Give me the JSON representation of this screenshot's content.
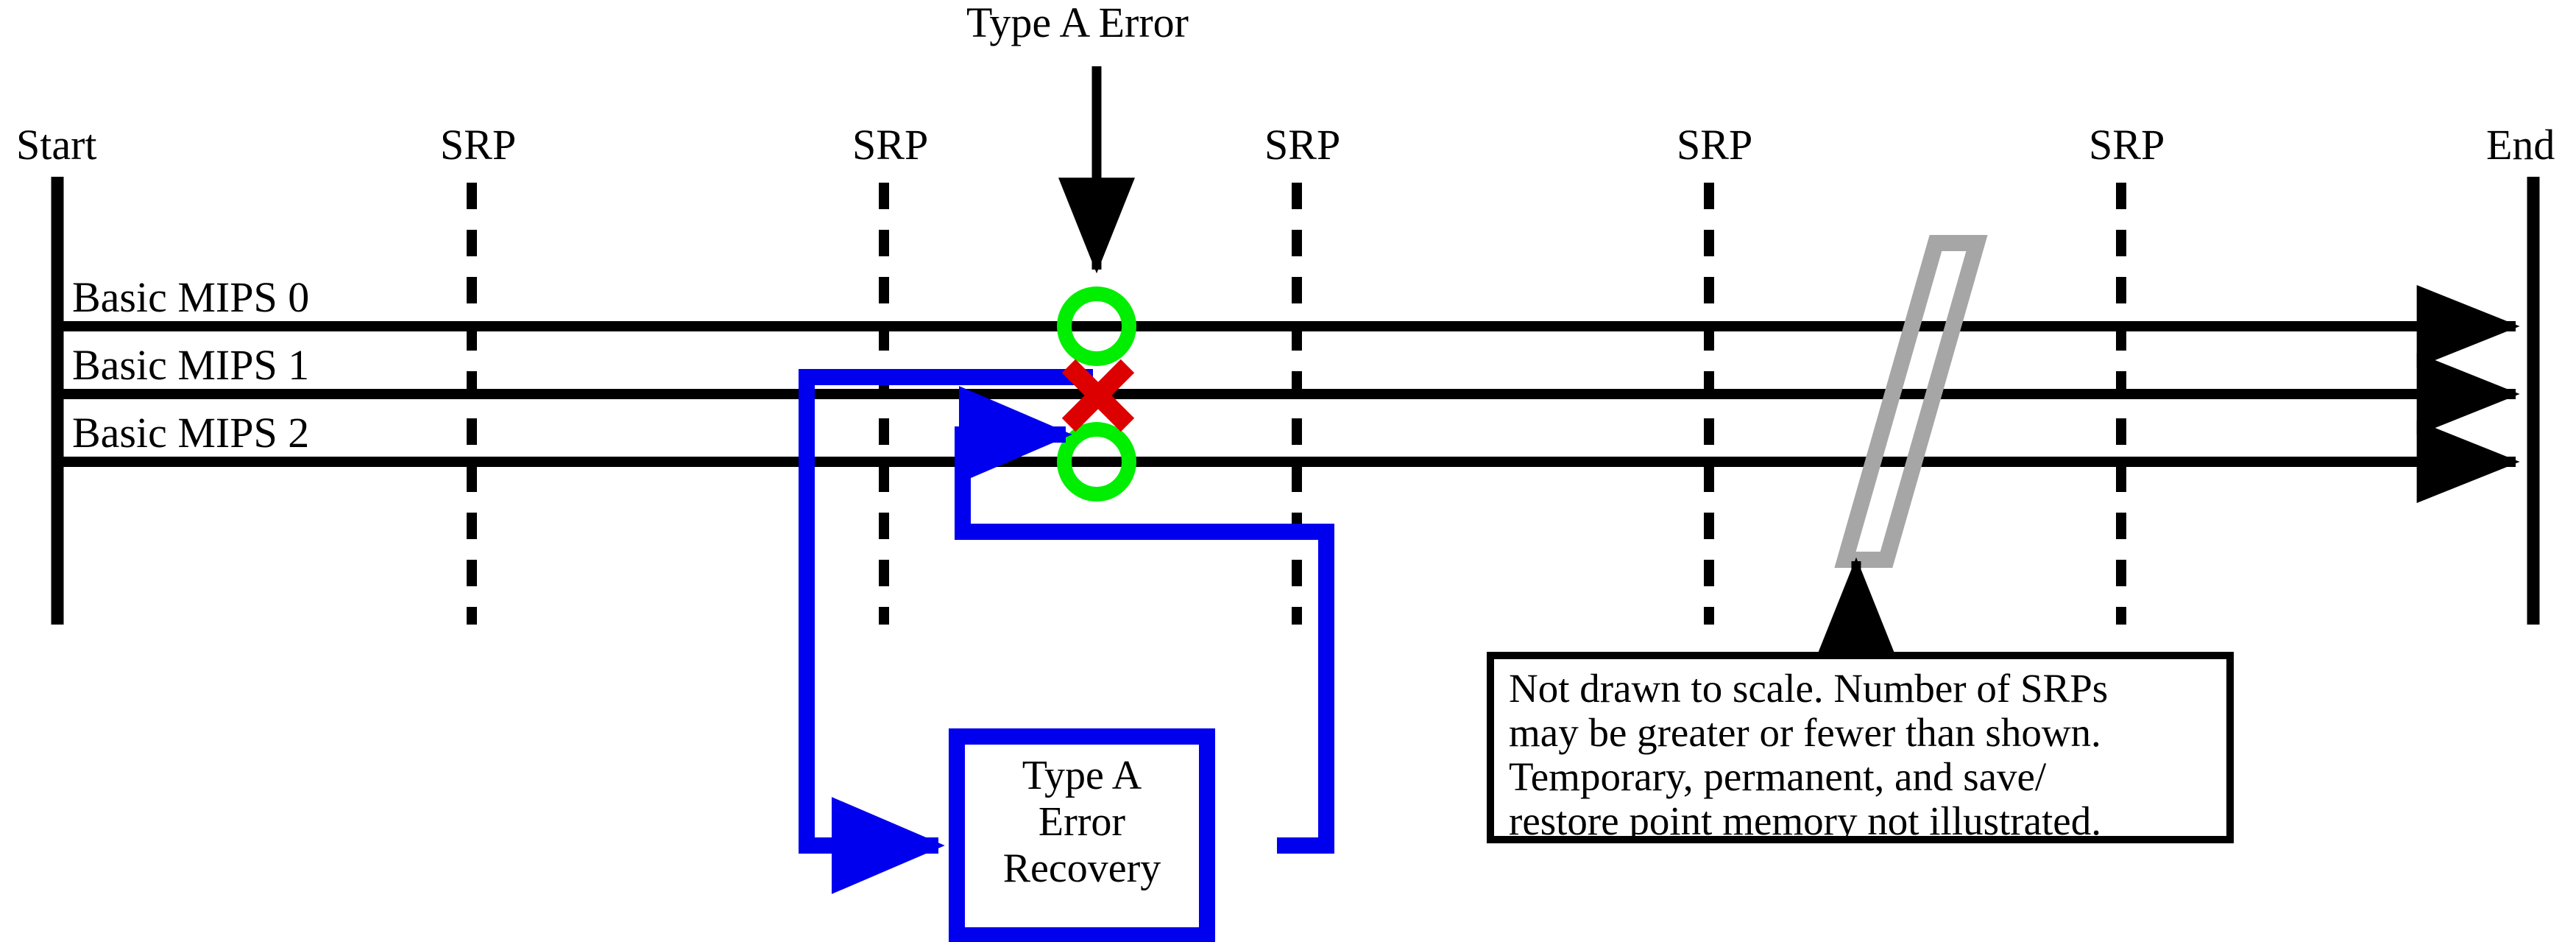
{
  "diagram": {
    "title": "Type A Error",
    "timeline": {
      "tick_labels": [
        "Start",
        "SRP",
        "SRP",
        "SRP",
        "SRP",
        "SRP",
        "End"
      ],
      "start_label": "Start",
      "end_label": "End",
      "srp_label": "SRP",
      "srp_count": 5
    },
    "lanes": [
      {
        "label": "Basic MIPS 0",
        "status": "ok",
        "marker": "green-circle"
      },
      {
        "label": "Basic MIPS 1",
        "status": "error",
        "marker": "red-x"
      },
      {
        "label": "Basic MIPS 2",
        "status": "ok",
        "marker": "green-circle"
      }
    ],
    "recovery_box": {
      "lines": [
        "Type A",
        "Error",
        "Recovery"
      ],
      "text": "Type A Error Recovery"
    },
    "note_box": {
      "lines": [
        "Not drawn to scale.  Number of SRPs",
        "may be greater or fewer than shown.",
        "Temporary, permanent, and save/",
        "restore point memory not illustrated."
      ]
    },
    "break_symbol": {
      "name": "not-to-scale-break",
      "shape": "slanted-parallelogram"
    },
    "colors": {
      "black": "#000000",
      "blue": "#0000EE",
      "green": "#00EE00",
      "red": "#DD0000",
      "gray": "#A6A6A6",
      "background": "#FFFFFF"
    }
  }
}
